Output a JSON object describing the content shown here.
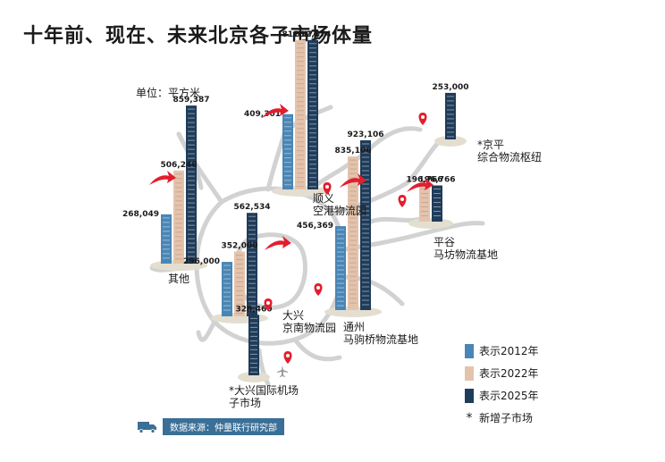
{
  "title": "十年前、现在、未来北京各子市场体量",
  "unit_label": "单位：平方米",
  "source": "数据来源：仲量联行研究部",
  "colors": {
    "y2012": "#4a86b5",
    "y2022": "#e4c3ad",
    "y2025": "#1f3c5a",
    "accent": "#e21e2e",
    "road": "#d2d2d2",
    "shadow": "#e4ded0"
  },
  "legend": [
    {
      "key": "y2012",
      "label": "表示2012年"
    },
    {
      "key": "y2022",
      "label": "表示2022年"
    },
    {
      "key": "y2025",
      "label": "表示2025年"
    },
    {
      "key": "new",
      "label": "新增子市场",
      "marker": "*"
    }
  ],
  "chart_data": {
    "type": "bar",
    "series_names": [
      "2012",
      "2022",
      "2025"
    ],
    "markets": [
      {
        "id": "shunyi",
        "name_lines": [
          "顺义",
          "空港物流园"
        ],
        "values": [
          409301,
          812474,
          812474
        ],
        "labels": [
          "409,301",
          "812,474",
          "812,474"
        ],
        "new": false
      },
      {
        "id": "jingping",
        "name_lines": [
          "京平",
          "综合物流枢纽"
        ],
        "values": [
          null,
          null,
          253000
        ],
        "labels": [
          "",
          "",
          "253,000"
        ],
        "new": true
      },
      {
        "id": "other",
        "name_lines": [
          "其他"
        ],
        "values": [
          268049,
          506246,
          859387
        ],
        "labels": [
          "268,049",
          "506,246",
          "859,387"
        ],
        "new": false
      },
      {
        "id": "pinggu",
        "name_lines": [
          "平谷",
          "马坊物流基地"
        ],
        "values": [
          null,
          196766,
          196766
        ],
        "labels": [
          "",
          "196,766",
          "196,766"
        ],
        "new": false
      },
      {
        "id": "tongzhou",
        "name_lines": [
          "通州",
          "马驹桥物流基地"
        ],
        "values": [
          456369,
          835106,
          923106
        ],
        "labels": [
          "456,369",
          "835,106",
          "923,106"
        ],
        "new": false
      },
      {
        "id": "daxing",
        "name_lines": [
          "大兴",
          "京南物流园"
        ],
        "values": [
          296000,
          352000,
          562534
        ],
        "labels": [
          "296,000",
          "352,000",
          "562,534"
        ],
        "new": false
      },
      {
        "id": "airport",
        "name_lines": [
          "大兴国际机场",
          "子市场"
        ],
        "values": [
          null,
          null,
          328460
        ],
        "labels": [
          "",
          "",
          "328,460"
        ],
        "new": true
      }
    ]
  }
}
